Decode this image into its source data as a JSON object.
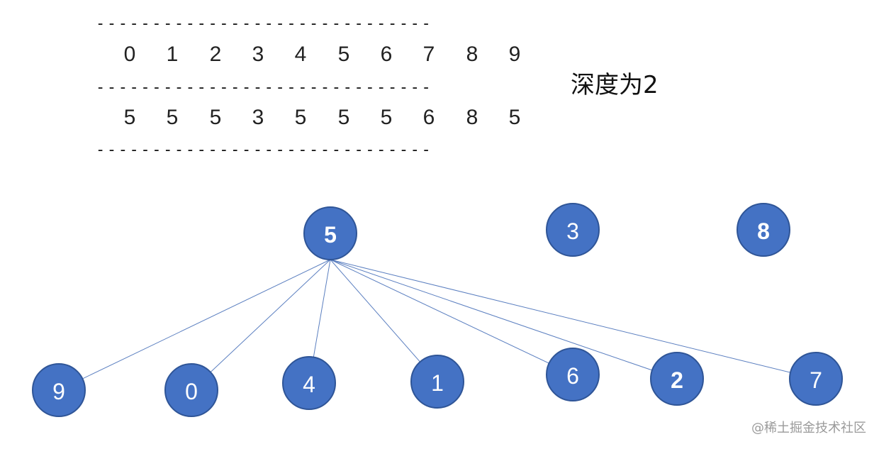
{
  "table": {
    "indices": [
      "0",
      "1",
      "2",
      "3",
      "4",
      "5",
      "6",
      "7",
      "8",
      "9"
    ],
    "parents": [
      "5",
      "5",
      "5",
      "3",
      "5",
      "5",
      "5",
      "6",
      "8",
      "5"
    ],
    "dashes": "------------------------------"
  },
  "depth_label": "深度为2",
  "tree": {
    "nodes": [
      {
        "id": "5",
        "label": "5",
        "bold": true
      },
      {
        "id": "3",
        "label": "3",
        "bold": false
      },
      {
        "id": "8",
        "label": "8",
        "bold": true
      },
      {
        "id": "9",
        "label": "9",
        "bold": false
      },
      {
        "id": "0",
        "label": "0",
        "bold": false
      },
      {
        "id": "4",
        "label": "4",
        "bold": false
      },
      {
        "id": "1",
        "label": "1",
        "bold": false
      },
      {
        "id": "6",
        "label": "6",
        "bold": false
      },
      {
        "id": "2",
        "label": "2",
        "bold": true
      },
      {
        "id": "7",
        "label": "7",
        "bold": false
      }
    ],
    "edges": [
      [
        "5",
        "9"
      ],
      [
        "5",
        "0"
      ],
      [
        "5",
        "4"
      ],
      [
        "5",
        "1"
      ],
      [
        "5",
        "6"
      ],
      [
        "5",
        "2"
      ],
      [
        "5",
        "7"
      ]
    ]
  },
  "colors": {
    "node_fill": "#4472c4",
    "node_stroke": "#2f5597",
    "edge": "#5b7fc0"
  },
  "watermark": "@稀土掘金技术社区"
}
